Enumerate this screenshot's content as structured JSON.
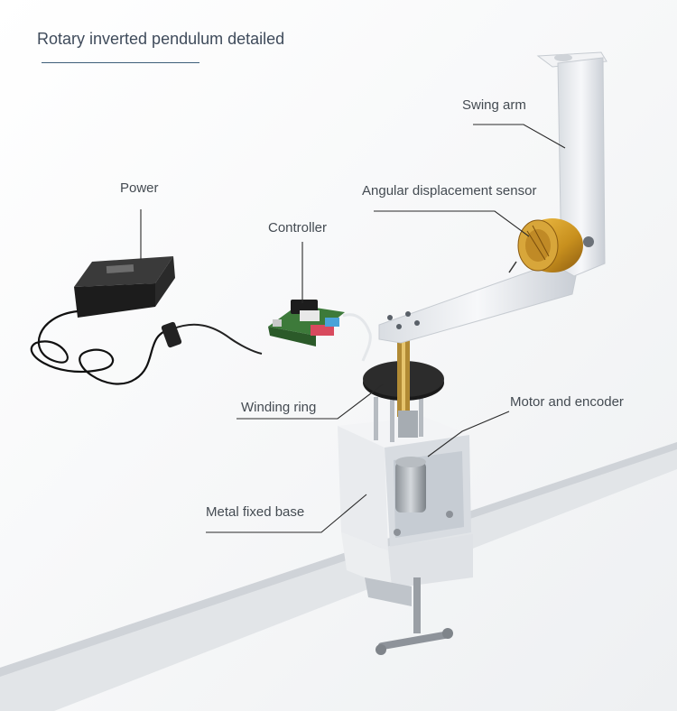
{
  "title": "Rotary inverted pendulum detailed",
  "labels": {
    "swing_arm": "Swing arm",
    "power": "Power",
    "angular_sensor": "Angular displacement sensor",
    "controller": "Controller",
    "winding_ring": "Winding ring",
    "motor_encoder": "Motor and encoder",
    "metal_base": "Metal fixed base"
  }
}
